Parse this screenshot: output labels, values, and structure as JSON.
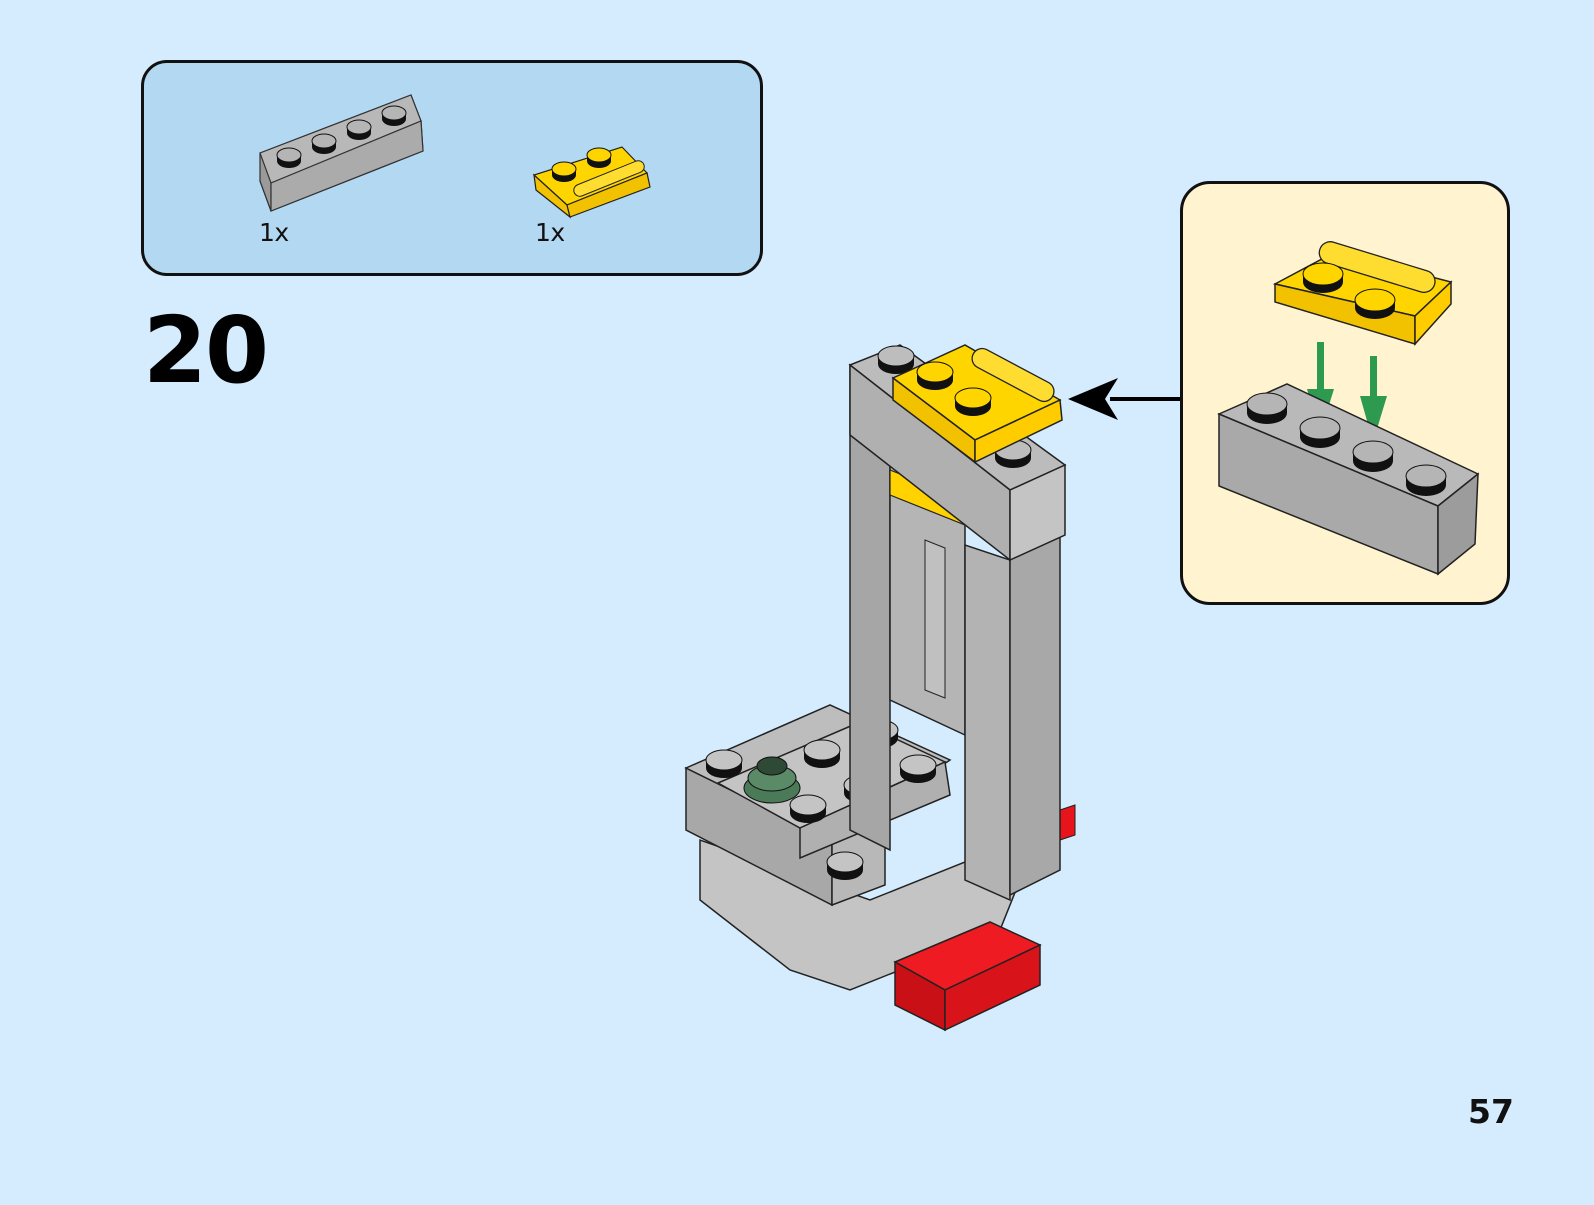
{
  "page": {
    "step_number": "20",
    "page_number": "57"
  },
  "parts_list": {
    "items": [
      {
        "part": "brick-1x4",
        "color": "light-bluish-gray",
        "quantity": "1x"
      },
      {
        "part": "plate-1x2-with-handle",
        "color": "yellow",
        "quantity": "1x"
      }
    ]
  },
  "callout": {
    "description": "yellow 1x2 plate with handle attaches onto the middle two studs of a gray 1x4 brick",
    "arrow_color": "#2d9a4f"
  },
  "colors": {
    "background": "#d4ecfd",
    "parts_panel": "#b3d9f2",
    "callout_panel": "#fff4cf",
    "brick_gray": "#a9a9a9",
    "brick_yellow": "#ffd200",
    "brick_red": "#e8141b",
    "brick_green": "#3d6b4a"
  }
}
